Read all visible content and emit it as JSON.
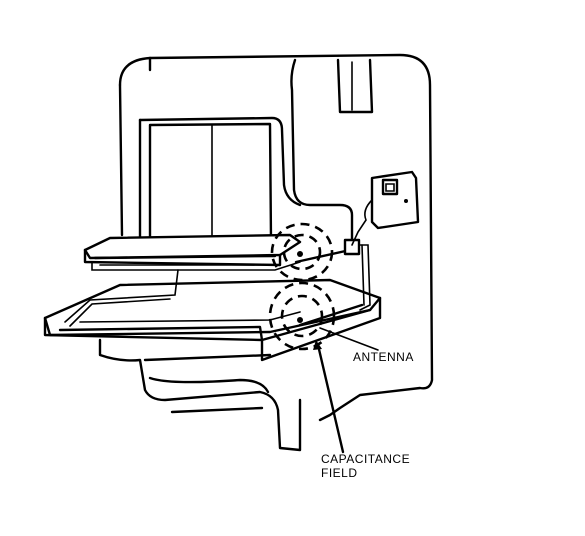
{
  "labels": {
    "antenna": "ANTENNA",
    "capacitance_field_line1": "CAPACITANCE",
    "capacitance_field_line2": "FIELD"
  }
}
